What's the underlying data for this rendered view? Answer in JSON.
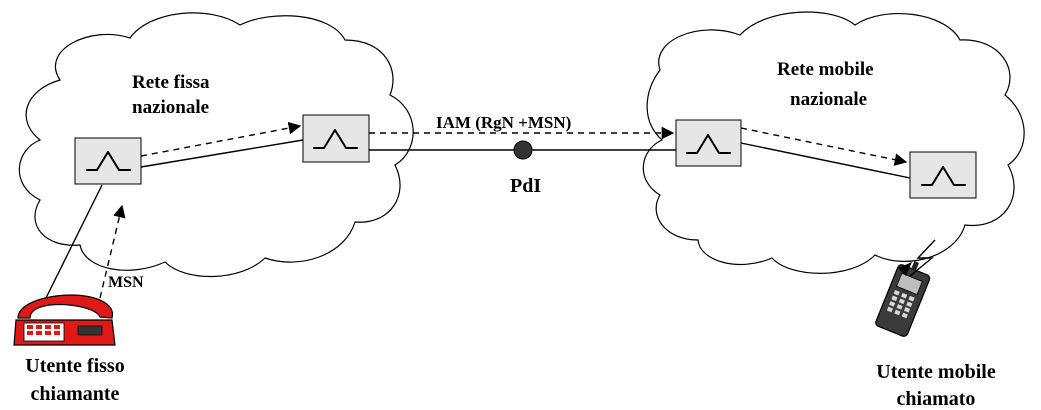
{
  "labels": {
    "fixed_network_line1": "Rete fissa",
    "fixed_network_line2": "nazionale",
    "mobile_network_line1": "Rete mobile",
    "mobile_network_line2": "nazionale",
    "iam": "IAM (RgN +MSN)",
    "pdi": "PdI",
    "msn": "MSN",
    "caller_line1": "Utente fisso",
    "caller_line2": "chiamante",
    "callee_line1": "Utente mobile",
    "callee_line2": "chiamato"
  },
  "colors": {
    "phone_red": "#e01818",
    "switch_fill": "#e6e6e6",
    "pdi_point": "#333333"
  },
  "icons": [
    "switch-icon",
    "telephone-icon",
    "mobile-phone-icon",
    "radio-link-icon"
  ]
}
